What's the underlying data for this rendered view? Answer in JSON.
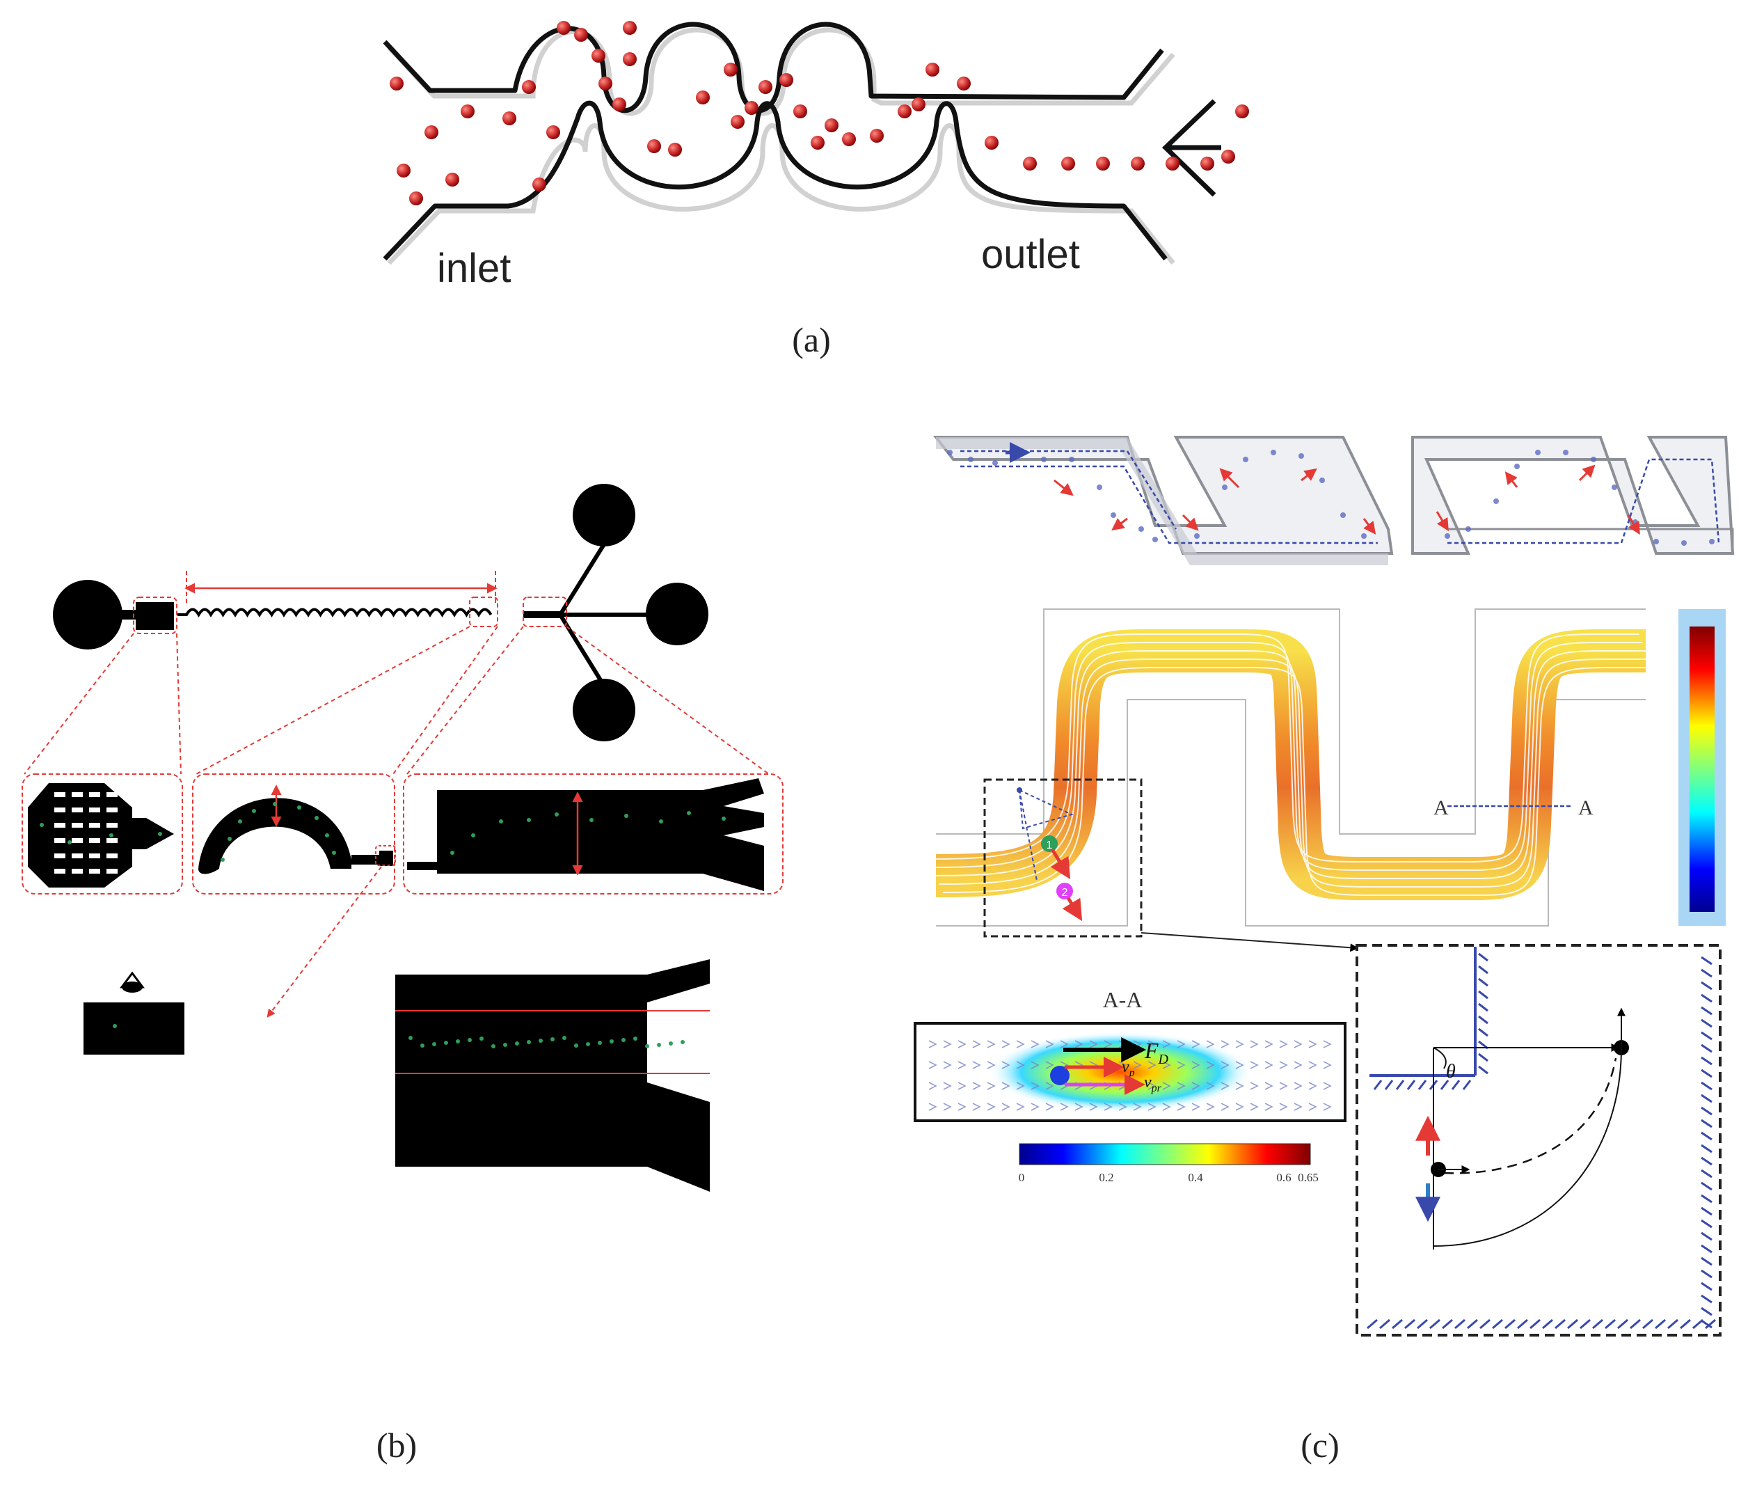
{
  "panel_a": {
    "caption": "(a)",
    "inlet_label": "inlet",
    "outlet_label": "outlet"
  },
  "panel_b": {
    "caption": "(b)"
  },
  "panel_c": {
    "caption": "(c)",
    "section_label": "A-A",
    "section_mark_left": "A",
    "section_mark_right": "A",
    "force_label_drag": "F",
    "force_label_drag_sub": "D",
    "velocity_label_1": "v",
    "velocity_label_1_sub": "p",
    "velocity_label_2": "v",
    "velocity_label_2_sub": "pr",
    "angle_label": "θ",
    "colorbar_ticks": [
      "0",
      "0.2",
      "0.4",
      "0.6",
      "0.65"
    ],
    "marker_1": "1",
    "marker_2": "2"
  },
  "colors": {
    "particle_red": "#c62828",
    "particle_green": "#2e9e5b",
    "guide_red": "#e53935",
    "arrow_blue": "#3949ab",
    "channel_black": "#000000"
  }
}
